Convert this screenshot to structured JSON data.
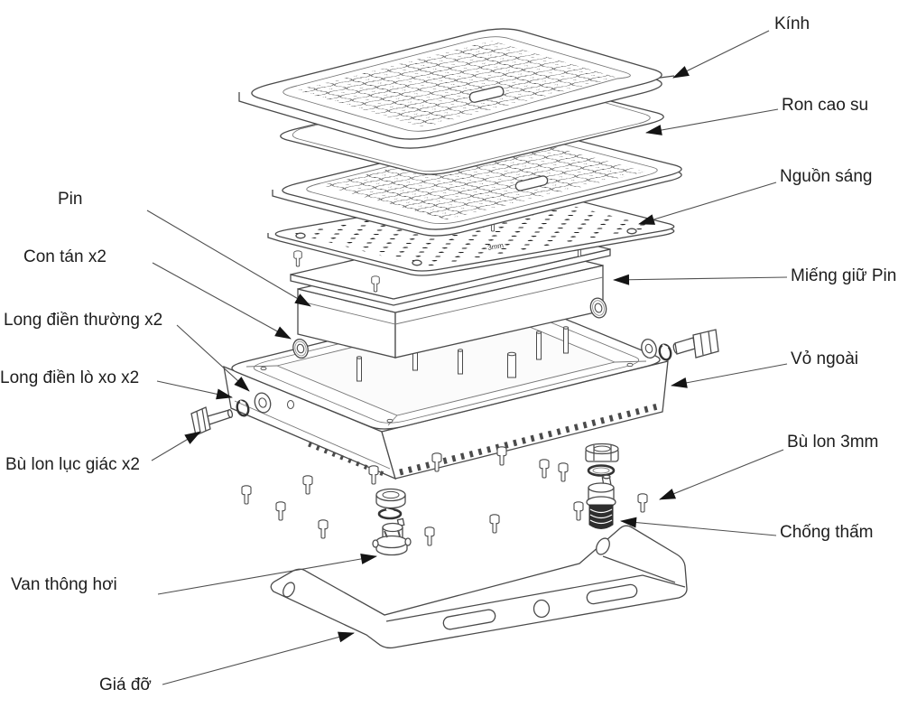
{
  "figure": {
    "type": "exploded-view technical diagram of an LED flood light",
    "background": "#ffffff",
    "line_color": "#4a4a4a",
    "text_color": "#1d1d1d",
    "dark_fill": "#2e2e2e"
  },
  "labels": {
    "kinh": "Kính",
    "ron_cao_su": "Ron cao su",
    "nguon_sang": "Nguồn sáng",
    "mieng_giu_pin": "Miếng giữ Pin",
    "vo_ngoai": "Vỏ ngoài",
    "bu_lon_3mm": "Bù lon 3mm",
    "chong_tham": "Chống thấm",
    "pin": "Pin",
    "con_tan": "Con tán x2",
    "long_dien_thuong": "Long điền thường x2",
    "long_dien_lo_xo": "Long điền lò xo x2",
    "bu_lon_luc_giac": "Bù lon lục giác x2",
    "van_thong_hoi": "Van thông hơi",
    "gia_do": "Giá đỡ"
  },
  "plate_mark": "3mm"
}
